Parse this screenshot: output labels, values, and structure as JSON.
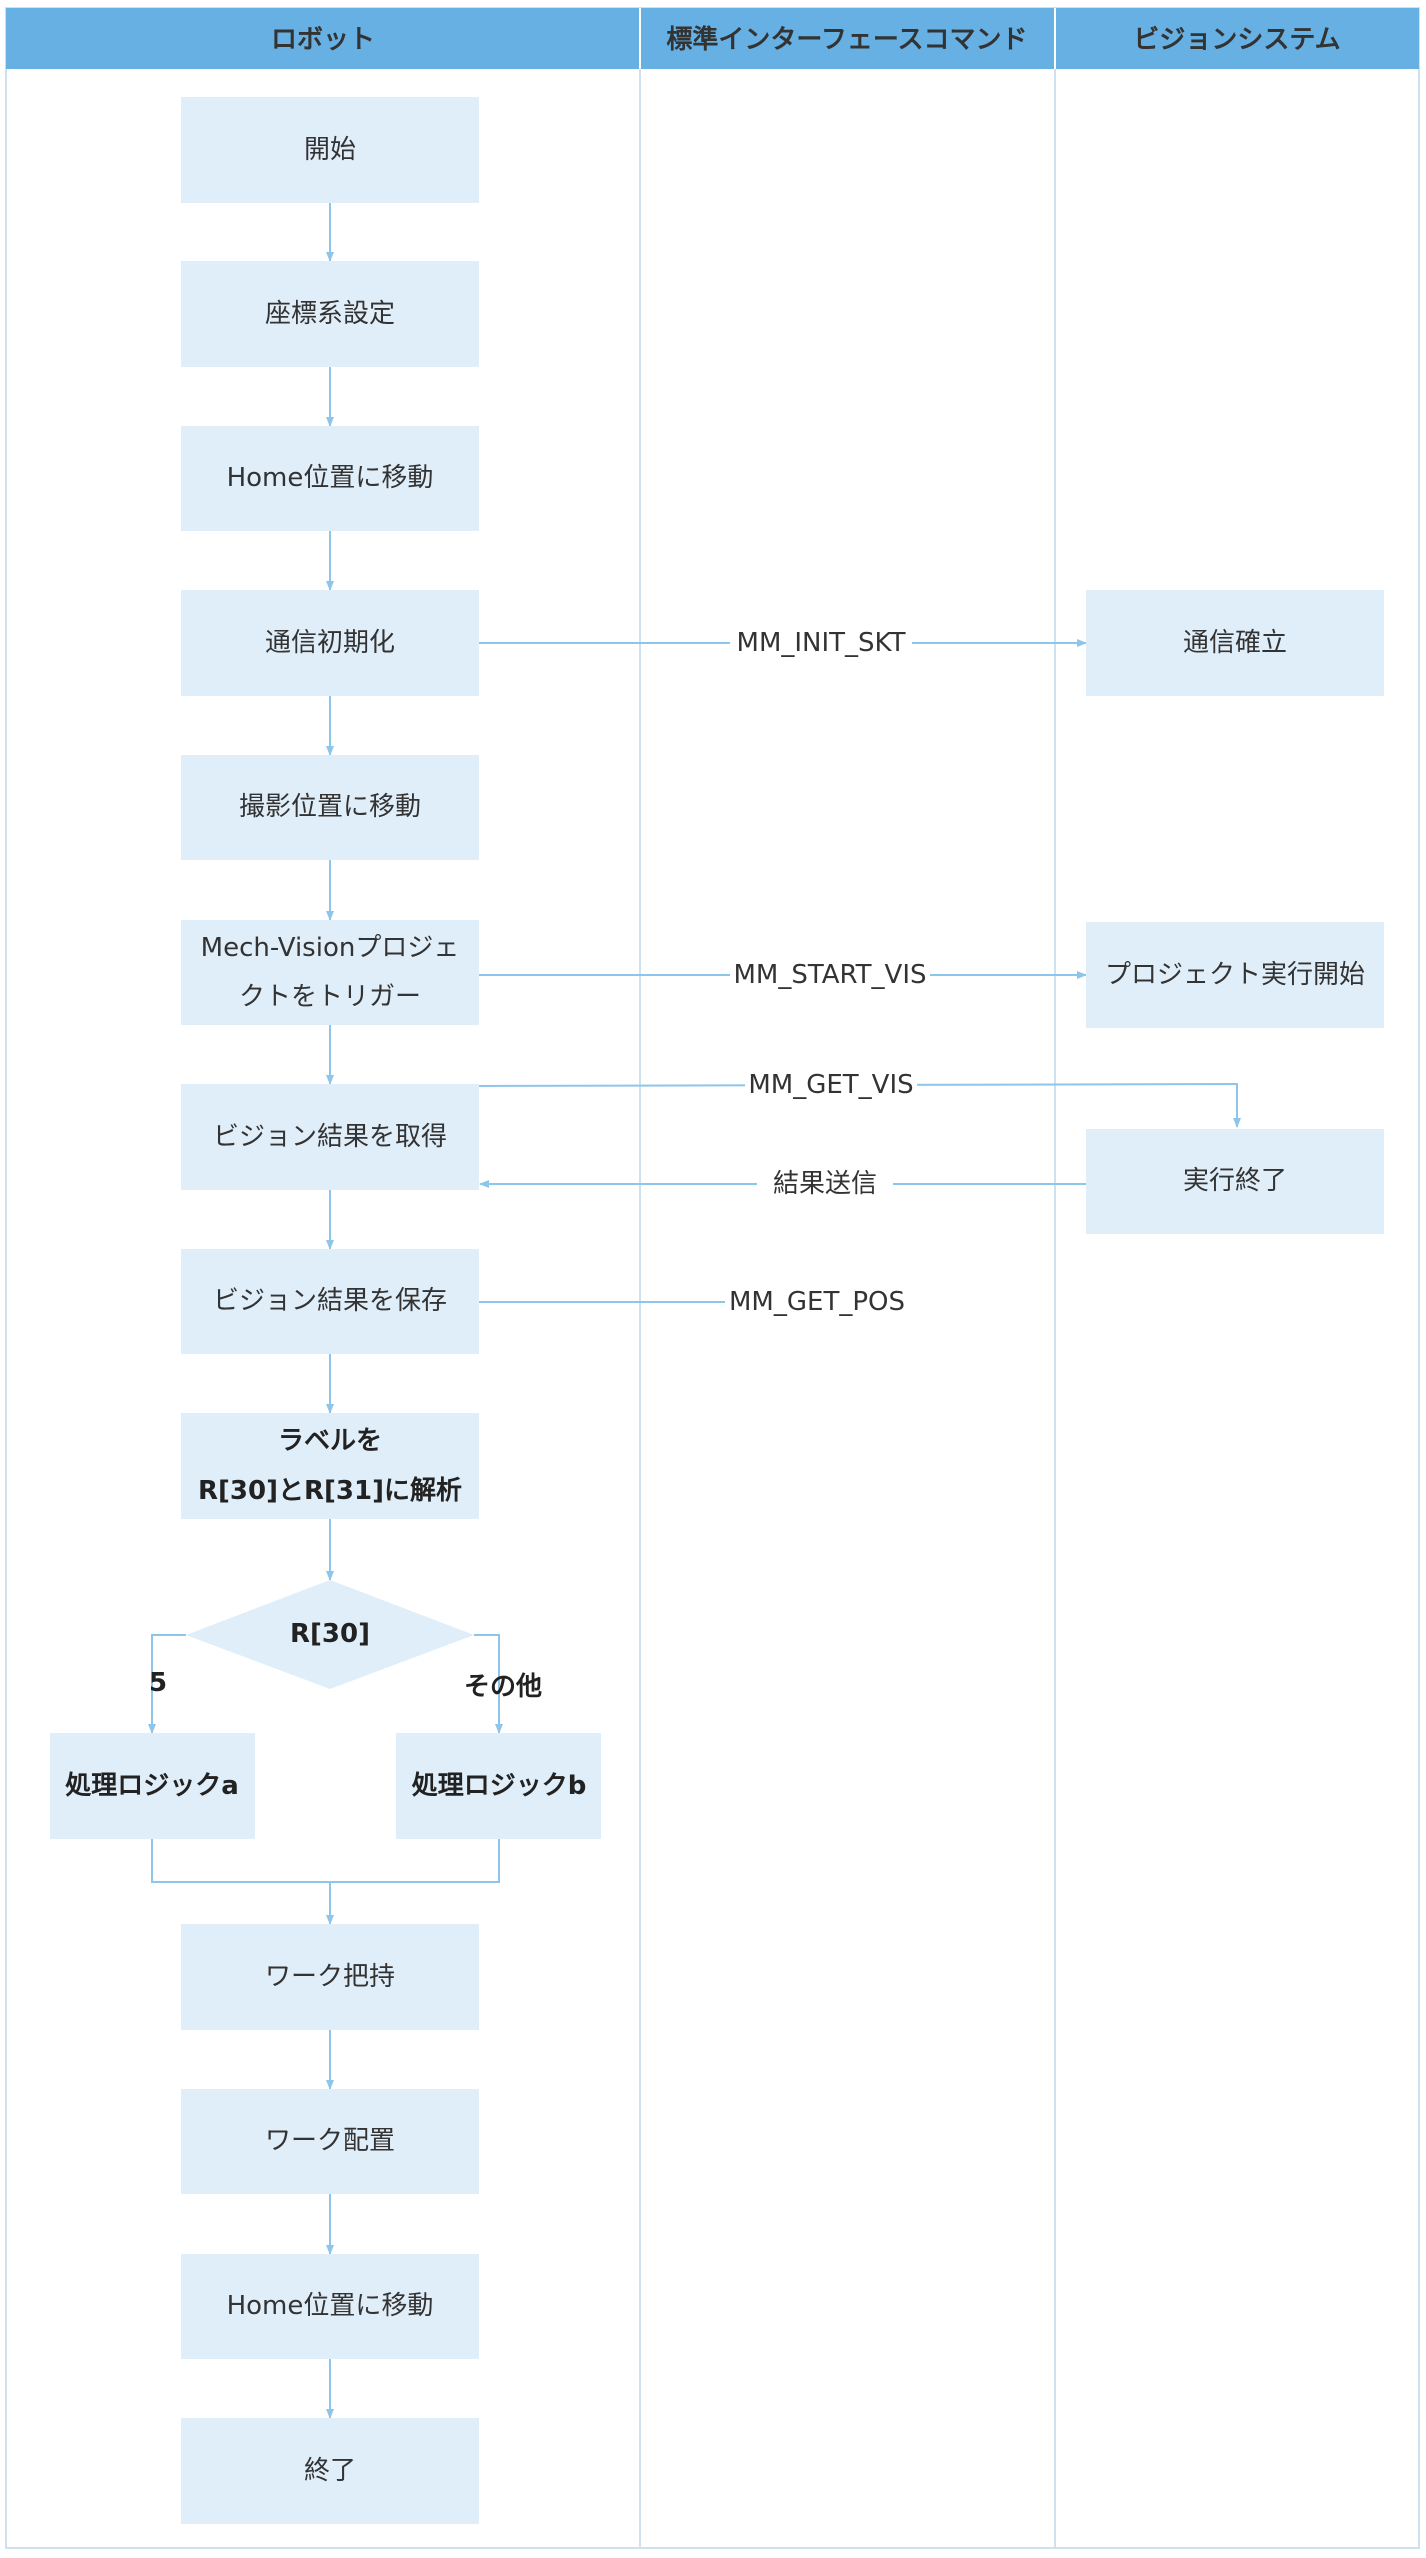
{
  "lanes": {
    "robot": "ロボット",
    "interface": "標準インターフェースコマンド",
    "vision": "ビジョンシステム"
  },
  "colors": {
    "header": "#66b0e4",
    "box": "#e0eef9",
    "edge": "#8ec5ea",
    "lane_border": "#cfe0ee"
  },
  "robot_steps": {
    "start": "開始",
    "coord": "座標系設定",
    "home1": "Home位置に移動",
    "comm_init": "通信初期化",
    "move_capture": "撮影位置に移動",
    "trigger_1": "Mech-Visionプロジェ",
    "trigger_2": "クトをトリガー",
    "get_result": "ビジョン結果を取得",
    "save_result": "ビジョン結果を保存",
    "parse_1": "ラベルを",
    "parse_2": "R[30]とR[31]に解析",
    "decision": "R[30]",
    "logic_a": "処理ロジックa",
    "logic_b": "処理ロジックb",
    "grasp": "ワーク把持",
    "place": "ワーク配置",
    "home2": "Home位置に移動",
    "end": "終了"
  },
  "branches": {
    "left": "5",
    "right": "その他"
  },
  "vision_steps": {
    "comm_established": "通信確立",
    "project_start": "プロジェクト実行開始",
    "exec_done": "実行終了"
  },
  "commands": {
    "init": "MM_INIT_SKT",
    "start": "MM_START_VIS",
    "get_vis": "MM_GET_VIS",
    "send_result": "結果送信",
    "get_pos": "MM_GET_POS"
  }
}
